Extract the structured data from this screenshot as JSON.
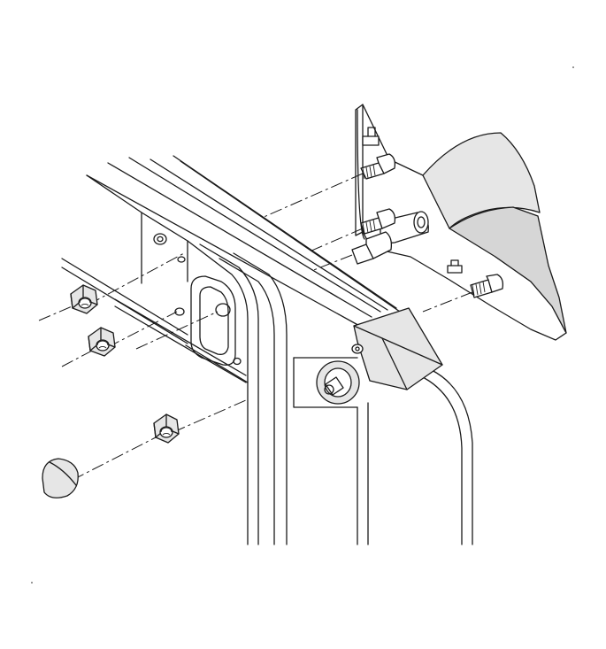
{
  "diagram": {
    "kind": "exploded-assembly-line-drawing",
    "background_color": "#ffffff",
    "line_color": "#1a1a1a",
    "shade_color": "#e6e6e6",
    "parts": {
      "nuts": 3,
      "bolts": 2,
      "studs": 1,
      "spacers": 1,
      "clips": 2,
      "caps": 1
    }
  }
}
